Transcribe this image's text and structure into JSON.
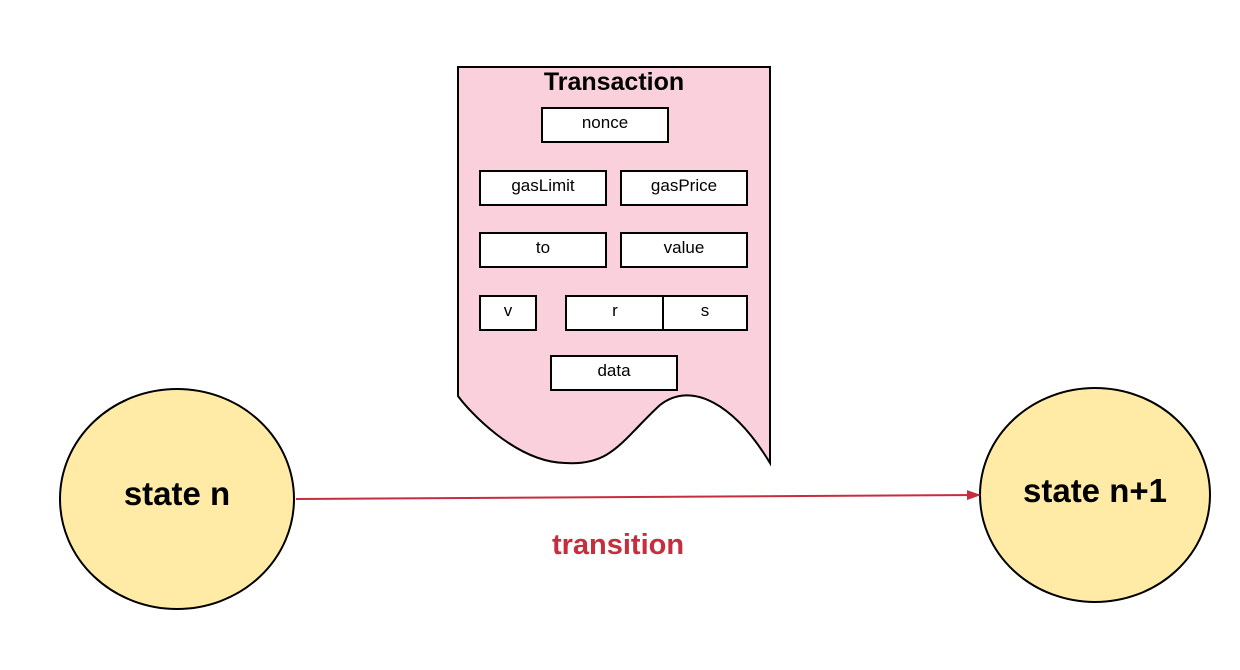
{
  "transaction": {
    "title": "Transaction",
    "fields": {
      "nonce": "nonce",
      "gasLimit": "gasLimit",
      "gasPrice": "gasPrice",
      "to": "to",
      "value": "value",
      "v": "v",
      "r": "r",
      "s": "s",
      "data": "data"
    }
  },
  "states": {
    "from": "state n",
    "to": "state n+1"
  },
  "edge": {
    "label": "transition"
  },
  "colors": {
    "document_fill": "#f9d0dc",
    "state_fill": "#ffeaa6",
    "transition": "#c62d3e",
    "stroke": "#000000",
    "field_fill": "#ffffff"
  }
}
